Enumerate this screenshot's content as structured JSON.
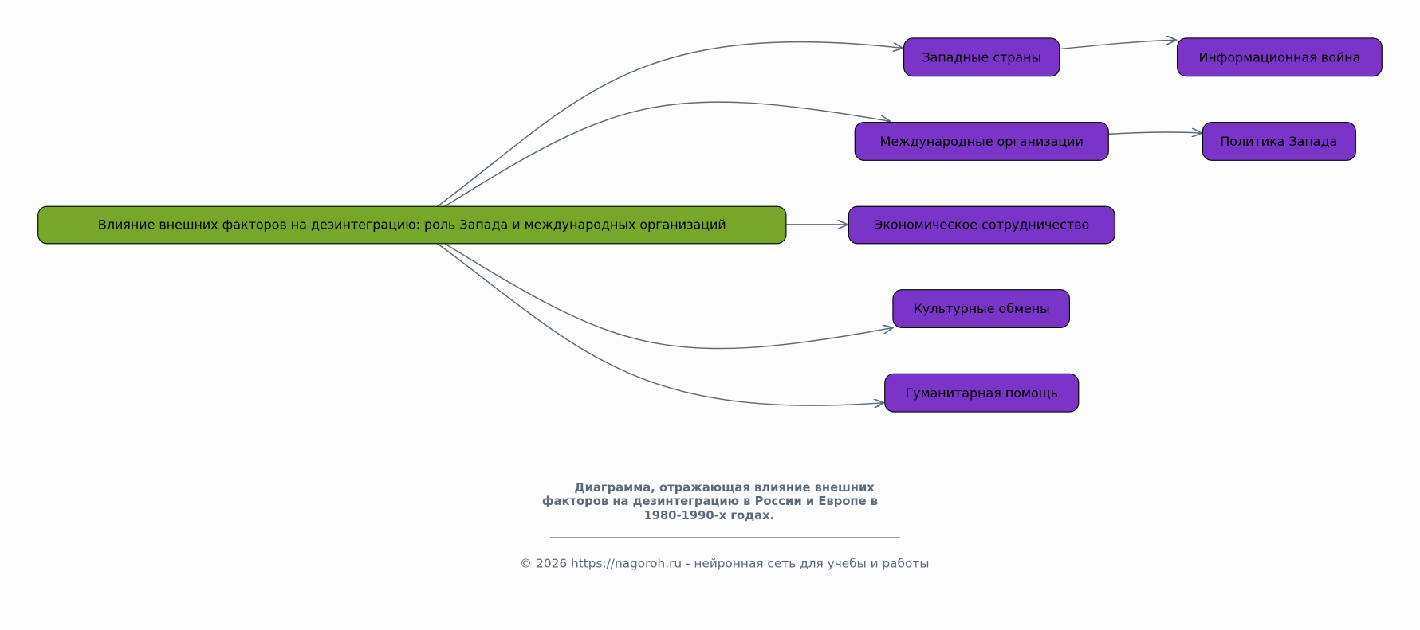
{
  "colors": {
    "root": "#76a728",
    "child": "#7a35c8",
    "edge": "#5d6b78",
    "text": "#5d6b78"
  },
  "nodes": {
    "root": "Влияние внешних факторов на дезинтеграцию: роль Запада и международных организаций",
    "western": "Западные страны",
    "infowar": "Информационная война",
    "intl_orgs": "Международные организации",
    "west_policy": "Политика Запада",
    "economic": "Экономическое сотрудничество",
    "cultural": "Культурные обмены",
    "humanitarian": "Гуманитарная помощь"
  },
  "caption": {
    "lines": [
      "Диаграмма, отражающая влияние внешних",
      "факторов на дезинтеграцию в России и Европе в",
      "1980-1990-х годах."
    ],
    "footer": "© 2026 https://nagoroh.ru - нейронная сеть для учебы и работы"
  }
}
